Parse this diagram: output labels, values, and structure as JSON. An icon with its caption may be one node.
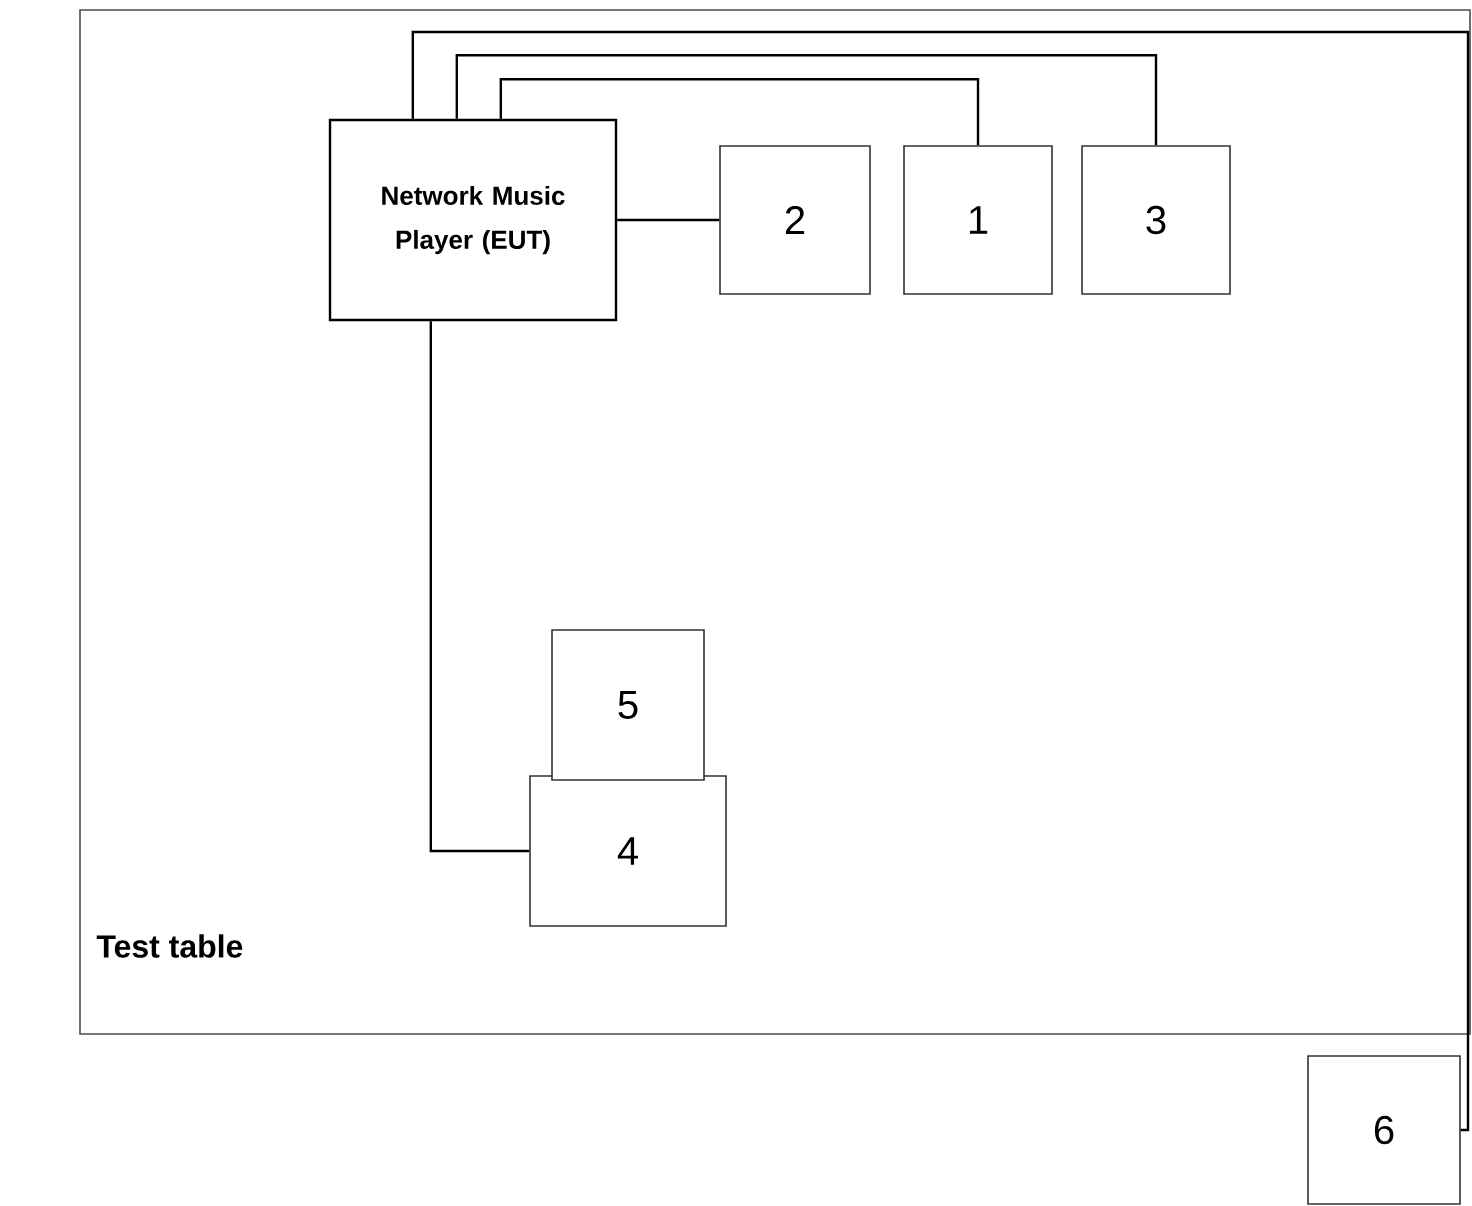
{
  "diagram": {
    "nodes": [
      {
        "text": [
          "Test table"
        ]
      },
      {
        "text": [
          "Network Music Player (EUT)"
        ],
        "in": 0
      },
      {
        "text": [
          "2"
        ],
        "in": 0
      },
      {
        "text": [
          "1"
        ],
        "in": 0
      },
      {
        "text": [
          "3"
        ],
        "in": 0
      },
      {
        "text": [
          "5"
        ],
        "in": 0
      },
      {
        "text": [
          "4"
        ],
        "in": 0
      },
      {
        "text": [
          "6"
        ]
      }
    ],
    "edges": [
      {
        "from": 1,
        "to": 7,
        "arrow": "none"
      },
      {
        "from": 1,
        "to": 4,
        "arrow": "none"
      },
      {
        "from": 1,
        "to": 3,
        "arrow": "none"
      },
      {
        "from": 1,
        "to": 2,
        "arrow": "none"
      },
      {
        "from": 1,
        "to": 6,
        "arrow": "none"
      }
    ]
  }
}
